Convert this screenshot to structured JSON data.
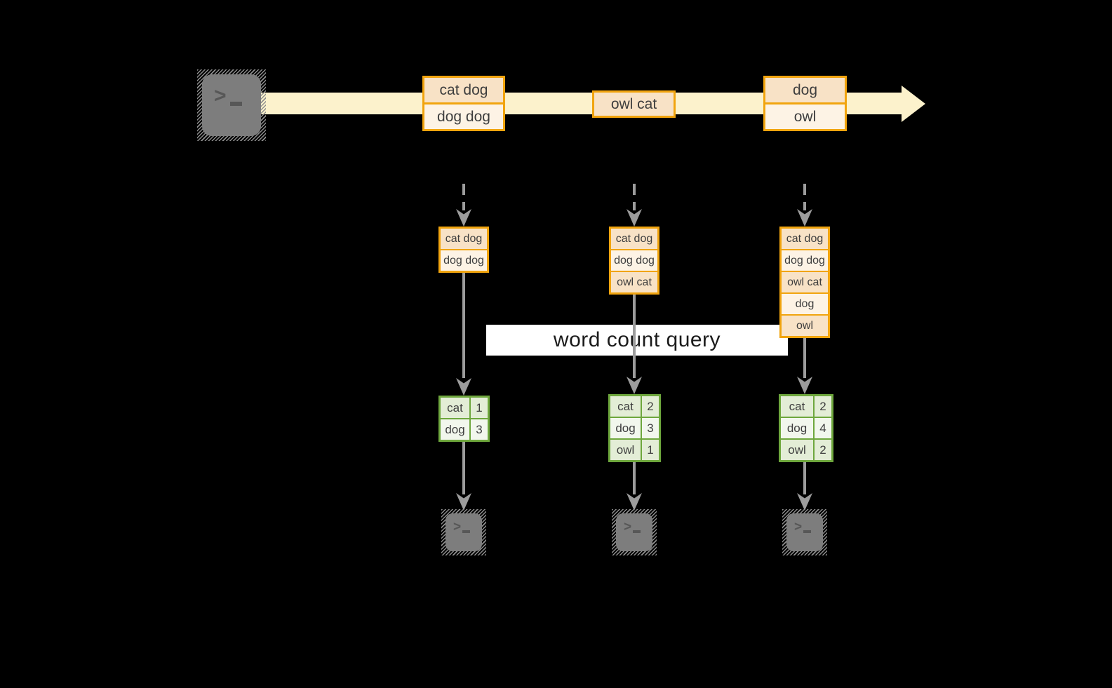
{
  "query_label": "word count query",
  "icons": {
    "terminal_chevron": ">"
  },
  "colors": {
    "background": "#000000",
    "stream_band": "#fcf2cc",
    "box_border_gold": "#f1a40e",
    "box_fill_peach": "#f8e2c6",
    "box_fill_cream": "#fdf3e5",
    "table_border_green": "#6ea73d",
    "table_row_green_dark": "#e3edd6",
    "table_row_green_light": "#f2f7ed",
    "arrow_gray": "#9c9c9c",
    "terminal_gray": "#7d7d7d",
    "query_label_bg": "#ffffff"
  },
  "stream": {
    "events": [
      {
        "rows": [
          "cat dog",
          "dog dog"
        ]
      },
      {
        "rows": [
          "owl cat"
        ]
      },
      {
        "rows": [
          "dog",
          "owl"
        ]
      }
    ]
  },
  "columns": [
    {
      "batch": [
        "cat dog",
        "dog dog"
      ],
      "counts": [
        [
          "cat",
          "1"
        ],
        [
          "dog",
          "3"
        ]
      ]
    },
    {
      "batch": [
        "cat dog",
        "dog dog",
        "owl cat"
      ],
      "counts": [
        [
          "cat",
          "2"
        ],
        [
          "dog",
          "3"
        ],
        [
          "owl",
          "1"
        ]
      ]
    },
    {
      "batch": [
        "cat dog",
        "dog dog",
        "owl cat",
        "dog",
        "owl"
      ],
      "counts": [
        [
          "cat",
          "2"
        ],
        [
          "dog",
          "4"
        ],
        [
          "owl",
          "2"
        ]
      ]
    }
  ]
}
